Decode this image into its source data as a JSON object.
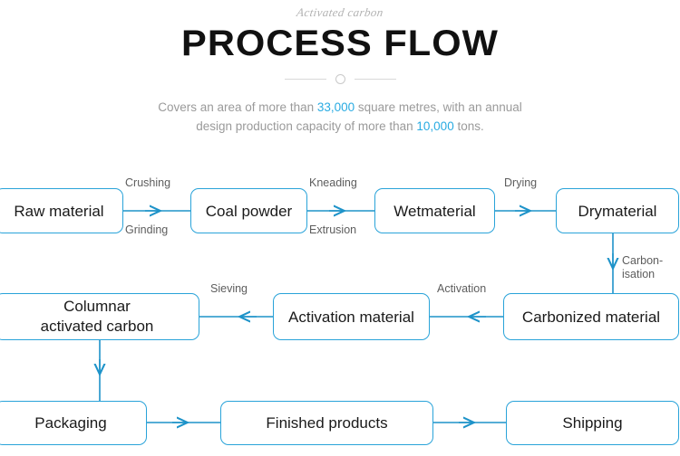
{
  "header": {
    "eyebrow": "Activated carbon",
    "title": "PROCESS FLOW",
    "subtitle": {
      "part1": "Covers an area of more than ",
      "highlight1": "33,000",
      "part2": " square metres, with an annual",
      "part3": "design production capacity of more than ",
      "highlight2": "10,000",
      "part4": " tons."
    }
  },
  "colors": {
    "accent": "#29a3d9",
    "highlight": "#29abe2",
    "title": "#111111",
    "body_text": "#9a9a9a",
    "edge_label": "#5d5d5d"
  },
  "flow": {
    "nodes": [
      {
        "id": "raw-material",
        "label": "Raw material"
      },
      {
        "id": "coal-powder",
        "label": "Coal powder"
      },
      {
        "id": "wet-material",
        "label": "Wetmaterial"
      },
      {
        "id": "dry-material",
        "label": "Drymaterial"
      },
      {
        "id": "carbonized-material",
        "label": "Carbonized material"
      },
      {
        "id": "activation-material",
        "label": "Activation material"
      },
      {
        "id": "columnar-activated-carbon",
        "label_line1": "Columnar",
        "label_line2": "activated carbon"
      },
      {
        "id": "packaging",
        "label": "Packaging"
      },
      {
        "id": "finished-products",
        "label": "Finished products"
      },
      {
        "id": "shipping",
        "label": "Shipping"
      }
    ],
    "edge_labels": {
      "crushing": "Crushing",
      "grinding": "Grinding",
      "kneading": "Kneading",
      "extrusion": "Extrusion",
      "drying": "Drying",
      "carbonisation_line1": "Carbon-",
      "carbonisation_line2": "isation",
      "activation": "Activation",
      "sieving": "Sieving"
    }
  }
}
